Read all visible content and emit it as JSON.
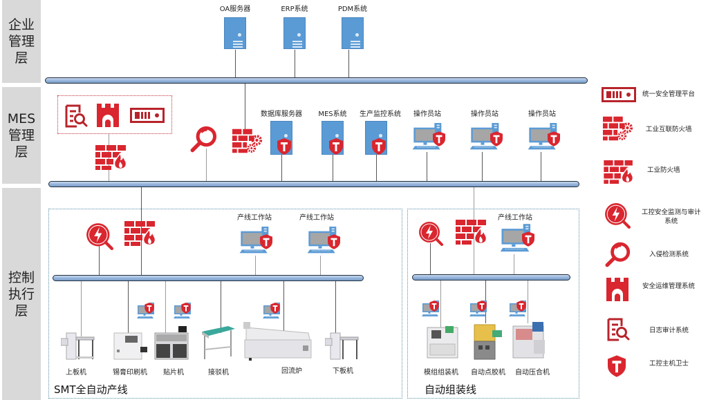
{
  "layers": {
    "enterprise": "企业\n管理\n层",
    "mes": "MES\n管理\n层",
    "control": "控制\n执行\n层"
  },
  "enterprise_servers": [
    {
      "label": "OA服务器"
    },
    {
      "label": "ERP系统"
    },
    {
      "label": "PDM系统"
    }
  ],
  "mes_servers": [
    {
      "label": "数据库服务器"
    },
    {
      "label": "MES系统"
    },
    {
      "label": "生产监控系统"
    }
  ],
  "mes_workstations": [
    {
      "label": "操作员站"
    },
    {
      "label": "操作员站"
    },
    {
      "label": "操作员站"
    }
  ],
  "smt_line": {
    "title": "SMT全自动产线",
    "workstations": [
      "产线工作站",
      "产线工作站"
    ],
    "machines": [
      "上板机",
      "锡膏印刷机",
      "贴片机",
      "接驳机",
      "回流炉",
      "下板机"
    ]
  },
  "assembly_line": {
    "title": "自动组装线",
    "workstations": [
      "产线工作站"
    ],
    "machines": [
      "模组组装机",
      "自动点胶机",
      "自动压合机"
    ]
  },
  "legend": [
    {
      "icon": "unified-security-platform-icon",
      "label": "统一安全管理平台"
    },
    {
      "icon": "industrial-internet-firewall-icon",
      "label": "工业互联防火墙"
    },
    {
      "icon": "industrial-firewall-icon",
      "label": "工业防火墙"
    },
    {
      "icon": "ics-monitoring-audit-icon",
      "label": "工控安全监测与审计\n系统"
    },
    {
      "icon": "intrusion-detection-icon",
      "label": "入侵检测系统"
    },
    {
      "icon": "security-ops-management-icon",
      "label": "安全运维管理系统"
    },
    {
      "icon": "log-audit-icon",
      "label": "日志审计系统"
    },
    {
      "icon": "host-guard-icon",
      "label": "工控主机卫士"
    }
  ],
  "colors": {
    "security_red": "#d9262f",
    "server_blue": "#5b9bd5",
    "layer_gray": "#d9d9d9"
  }
}
